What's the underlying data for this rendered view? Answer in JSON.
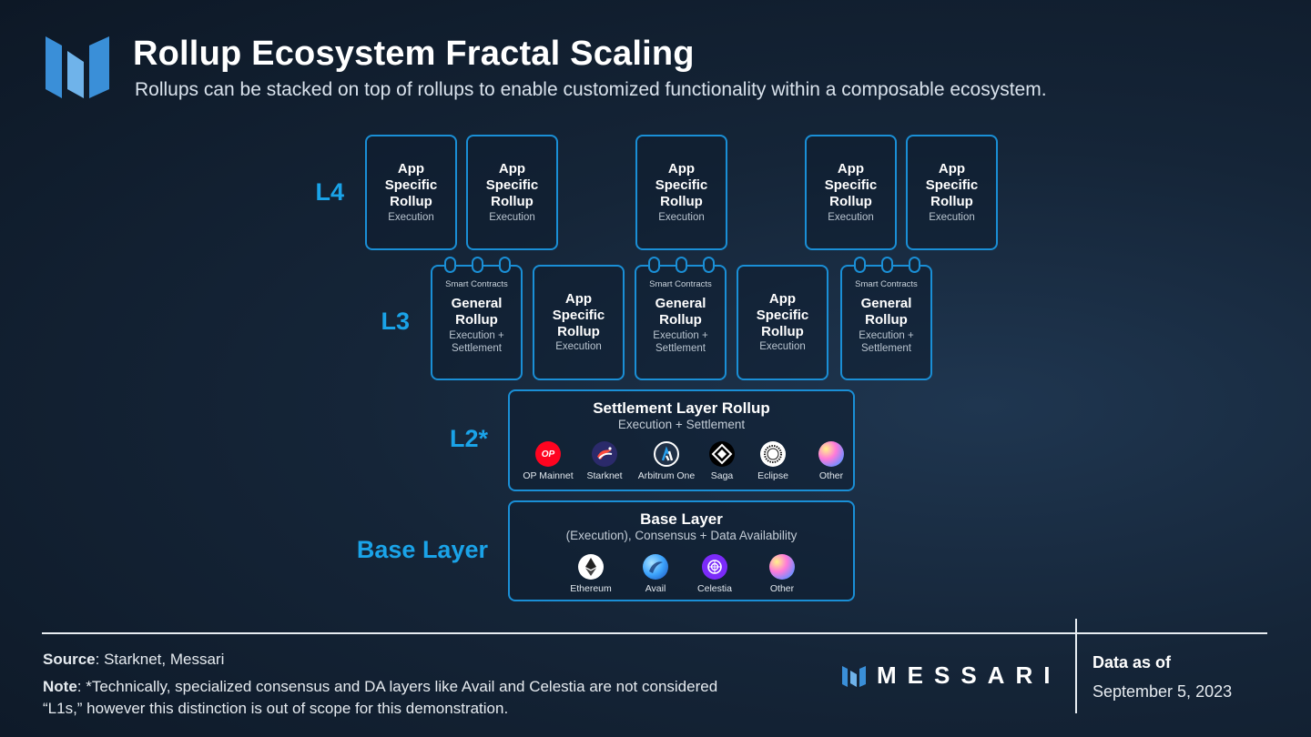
{
  "header": {
    "title": "Rollup Ecosystem Fractal Scaling",
    "subtitle": "Rollups can be stacked on top of rollups to enable customized functionality within a composable ecosystem."
  },
  "colors": {
    "accent": "#1a8fd6",
    "label_blue": "#1aa3e8",
    "background": "#152538"
  },
  "layers": {
    "l4": {
      "label": "L4"
    },
    "l3": {
      "label": "L3"
    },
    "l2": {
      "label": "L2*"
    },
    "base": {
      "label": "Base Layer"
    }
  },
  "app_rollup": {
    "name": "App\nSpecific\nRollup",
    "role": "Execution"
  },
  "general_rollup": {
    "tag": "Smart Contracts",
    "name": "General\nRollup",
    "role": "Execution +\nSettlement"
  },
  "settlement": {
    "title": "Settlement Layer Rollup",
    "subtitle": "Execution + Settlement",
    "chains": [
      {
        "name": "OP Mainnet",
        "icon": "op-icon",
        "color": "#ff0420",
        "text": "OP"
      },
      {
        "name": "Starknet",
        "icon": "starknet-icon",
        "color": "#2b2a6b"
      },
      {
        "name": "Arbitrum One",
        "icon": "arbitrum-icon",
        "color": "#213147"
      },
      {
        "name": "Saga",
        "icon": "saga-icon",
        "color": "#000000"
      },
      {
        "name": "Eclipse",
        "icon": "eclipse-icon",
        "color": "#ffffff"
      },
      {
        "name": "Other",
        "icon": "other-gradient-icon",
        "color": "#c77dff"
      }
    ]
  },
  "base": {
    "title": "Base Layer",
    "subtitle": "(Execution), Consensus + Data Availability",
    "chains": [
      {
        "name": "Ethereum",
        "icon": "ethereum-icon",
        "color": "#ffffff"
      },
      {
        "name": "Avail",
        "icon": "avail-icon",
        "color": "#3ca3fc"
      },
      {
        "name": "Celestia",
        "icon": "celestia-icon",
        "color": "#7b2bf9"
      },
      {
        "name": "Other",
        "icon": "other-gradient-icon",
        "color": "#c77dff"
      }
    ]
  },
  "footer": {
    "source_label": "Source",
    "source_text": ": Starknet, Messari",
    "note_label": "Note",
    "note_text": ": *Technically, specialized consensus and DA layers like Avail and Celestia are not considered",
    "note_text2": "“L1s,” however this distinction is out of scope for this demonstration.",
    "brand": "MESSARI",
    "data_as_of": "Data as of",
    "date": "September 5, 2023"
  }
}
